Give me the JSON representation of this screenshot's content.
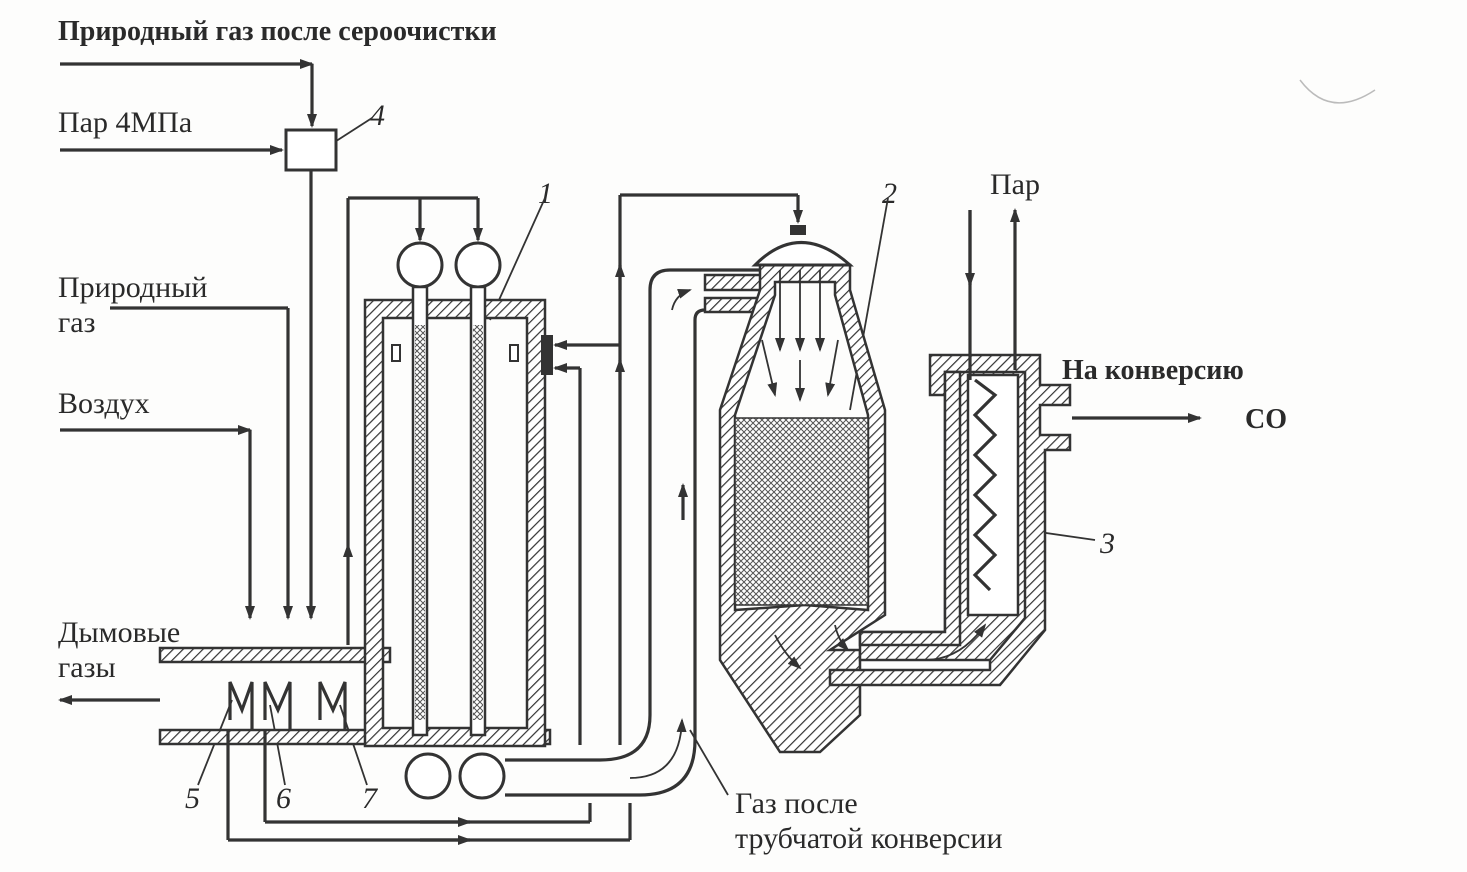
{
  "labels": {
    "natural_gas_after_desulfurization": "Природный газ после сероочистки",
    "steam_4mpa": "Пар 4МПа",
    "natural_gas_line1": "Природный",
    "natural_gas_line2": "газ",
    "air": "Воздух",
    "flue_gases_line1": "Дымовые",
    "flue_gases_line2": "газы",
    "steam": "Пар",
    "to_conversion_line1": "На конверсию",
    "to_conversion_line2": "CO",
    "gas_after_line1": "Газ после",
    "gas_after_line2": "трубчатой конверсии"
  },
  "callouts": {
    "n1": "1",
    "n2": "2",
    "n3": "3",
    "n4": "4",
    "n5": "5",
    "n6": "6",
    "n7": "7"
  },
  "colors": {
    "ink": "#333333",
    "paper": "#fdfdfc"
  }
}
